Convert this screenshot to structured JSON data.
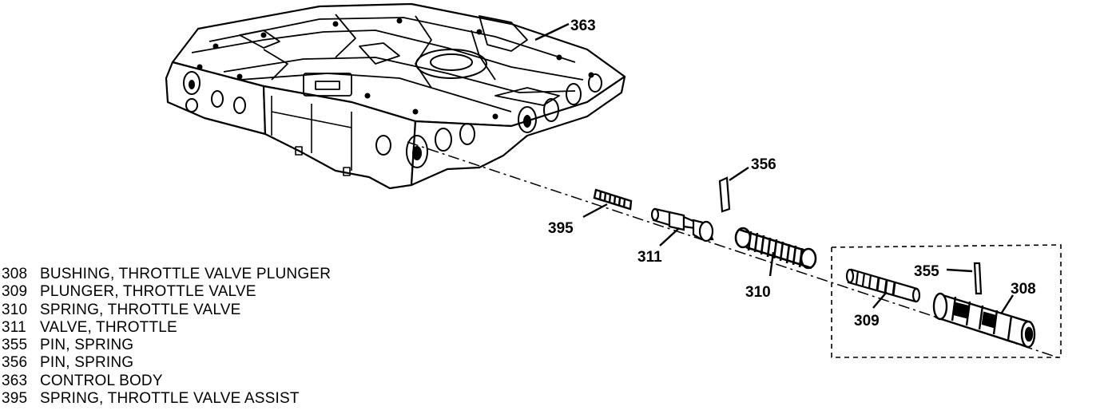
{
  "callouts": {
    "c363": "363",
    "c356": "356",
    "c395": "395",
    "c311": "311",
    "c310": "310",
    "c355": "355",
    "c308": "308",
    "c309": "309"
  },
  "legend": [
    {
      "num": "308",
      "desc": "BUSHING, THROTTLE VALVE PLUNGER"
    },
    {
      "num": "309",
      "desc": "PLUNGER, THROTTLE VALVE"
    },
    {
      "num": "310",
      "desc": "SPRING, THROTTLE VALVE"
    },
    {
      "num": "311",
      "desc": "VALVE, THROTTLE"
    },
    {
      "num": "355",
      "desc": "PIN, SPRING"
    },
    {
      "num": "356",
      "desc": "PIN, SPRING"
    },
    {
      "num": "363",
      "desc": "CONTROL BODY"
    },
    {
      "num": "395",
      "desc": "SPRING, THROTTLE VALVE ASSIST"
    }
  ]
}
